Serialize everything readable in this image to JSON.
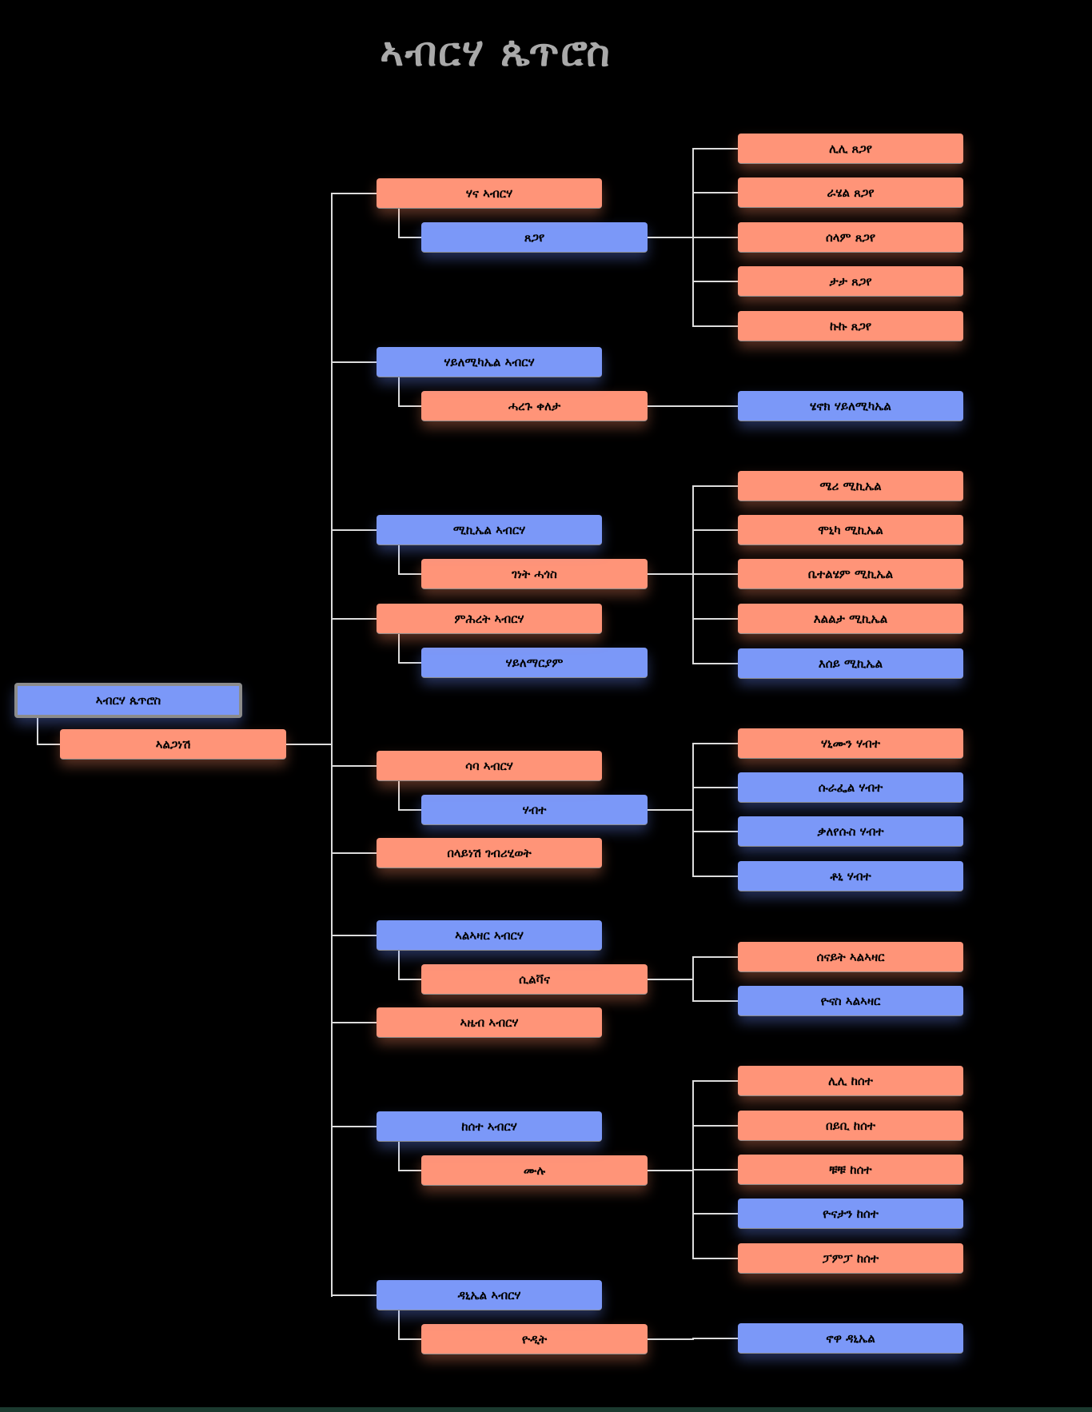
{
  "title": "ኣብርሃ ጴጥሮስ",
  "colors": {
    "female": "#ff9478",
    "male": "#7b98f8",
    "line": "#dcdcdc"
  },
  "root": {
    "name": "ኣብርሃ ጴጥሮስ",
    "color": "blue",
    "spouse": {
      "name": "ኣልጋነሽ",
      "color": "salmon"
    }
  },
  "children": [
    {
      "name": "ሃና ኣብርሃ",
      "color": "salmon",
      "spouse": {
        "name": "ጸጋየ",
        "color": "blue"
      },
      "kids": [
        {
          "name": "ሊሊ ጸጋየ",
          "color": "salmon"
        },
        {
          "name": "ራሄል ጸጋየ",
          "color": "salmon"
        },
        {
          "name": "ሰላም ጸጋየ",
          "color": "salmon"
        },
        {
          "name": "ታታ ጸጋየ",
          "color": "salmon"
        },
        {
          "name": "ኩኩ ጸጋየ",
          "color": "salmon"
        }
      ]
    },
    {
      "name": "ሃይለሚካኤል ኣብርሃ",
      "color": "blue",
      "spouse": {
        "name": "ሓረጉ ቀለታ",
        "color": "salmon"
      },
      "kids": [
        {
          "name": "ሄኖክ ሃይለሚካኤል",
          "color": "blue"
        }
      ]
    },
    {
      "name": "ሚኪኤል ኣብርሃ",
      "color": "blue",
      "spouse": {
        "name": "ገነት ሓጎስ",
        "color": "salmon"
      },
      "kids": [
        {
          "name": "ሜሪ ሚኪኤል",
          "color": "salmon"
        },
        {
          "name": "ሞኒካ ሚኪኤል",
          "color": "salmon"
        },
        {
          "name": "ቤተልሄም ሚኪኤል",
          "color": "salmon"
        },
        {
          "name": "እልልታ ሚኪኤል",
          "color": "salmon"
        },
        {
          "name": "እሰይ ሚኪኤል",
          "color": "blue"
        }
      ]
    },
    {
      "name": "ምሕረት ኣብርሃ",
      "color": "salmon",
      "spouse": {
        "name": "ሃይለማርያም",
        "color": "blue"
      },
      "kids": []
    },
    {
      "name": "ሳባ ኣብርሃ",
      "color": "salmon",
      "spouse": {
        "name": "ሃብተ",
        "color": "blue"
      },
      "kids": [
        {
          "name": "ሃኒሙን ሃብተ",
          "color": "salmon"
        },
        {
          "name": "ሱራፌል ሃብተ",
          "color": "blue"
        },
        {
          "name": "ቃለየሱስ ሃብተ",
          "color": "blue"
        },
        {
          "name": "ቶኒ ሃብተ",
          "color": "blue"
        }
      ]
    },
    {
      "name": "በላይነሽ ገብሪሂወት",
      "color": "salmon",
      "spouse": null,
      "kids": []
    },
    {
      "name": "ኣልኣዛር ኣብርሃ",
      "color": "blue",
      "spouse": {
        "name": "ሲልቫና",
        "color": "salmon"
      },
      "kids": [
        {
          "name": "ሰናይት ኣልኣዛር",
          "color": "salmon"
        },
        {
          "name": "ዮናስ ኣልኣዛር",
          "color": "blue"
        }
      ]
    },
    {
      "name": "ኣዜብ ኣብርሃ",
      "color": "salmon",
      "spouse": null,
      "kids": []
    },
    {
      "name": "ከሰተ ኣብርሃ",
      "color": "blue",
      "spouse": {
        "name": "ሙሉ",
        "color": "salmon"
      },
      "kids": [
        {
          "name": "ሊሊ ከሰተ",
          "color": "salmon"
        },
        {
          "name": "በይቢ ከሰተ",
          "color": "salmon"
        },
        {
          "name": "ቹቹ ከሰተ",
          "color": "salmon"
        },
        {
          "name": "ዮናታን ከሰተ",
          "color": "blue"
        },
        {
          "name": "ፓምፓ ከሰተ",
          "color": "salmon"
        }
      ]
    },
    {
      "name": "ዳኒኤል ኣብርሃ",
      "color": "blue",
      "spouse": {
        "name": "ዮዲት",
        "color": "salmon"
      },
      "kids": [
        {
          "name": "ኖዋ ዳኒኤል",
          "color": "blue"
        }
      ]
    }
  ]
}
